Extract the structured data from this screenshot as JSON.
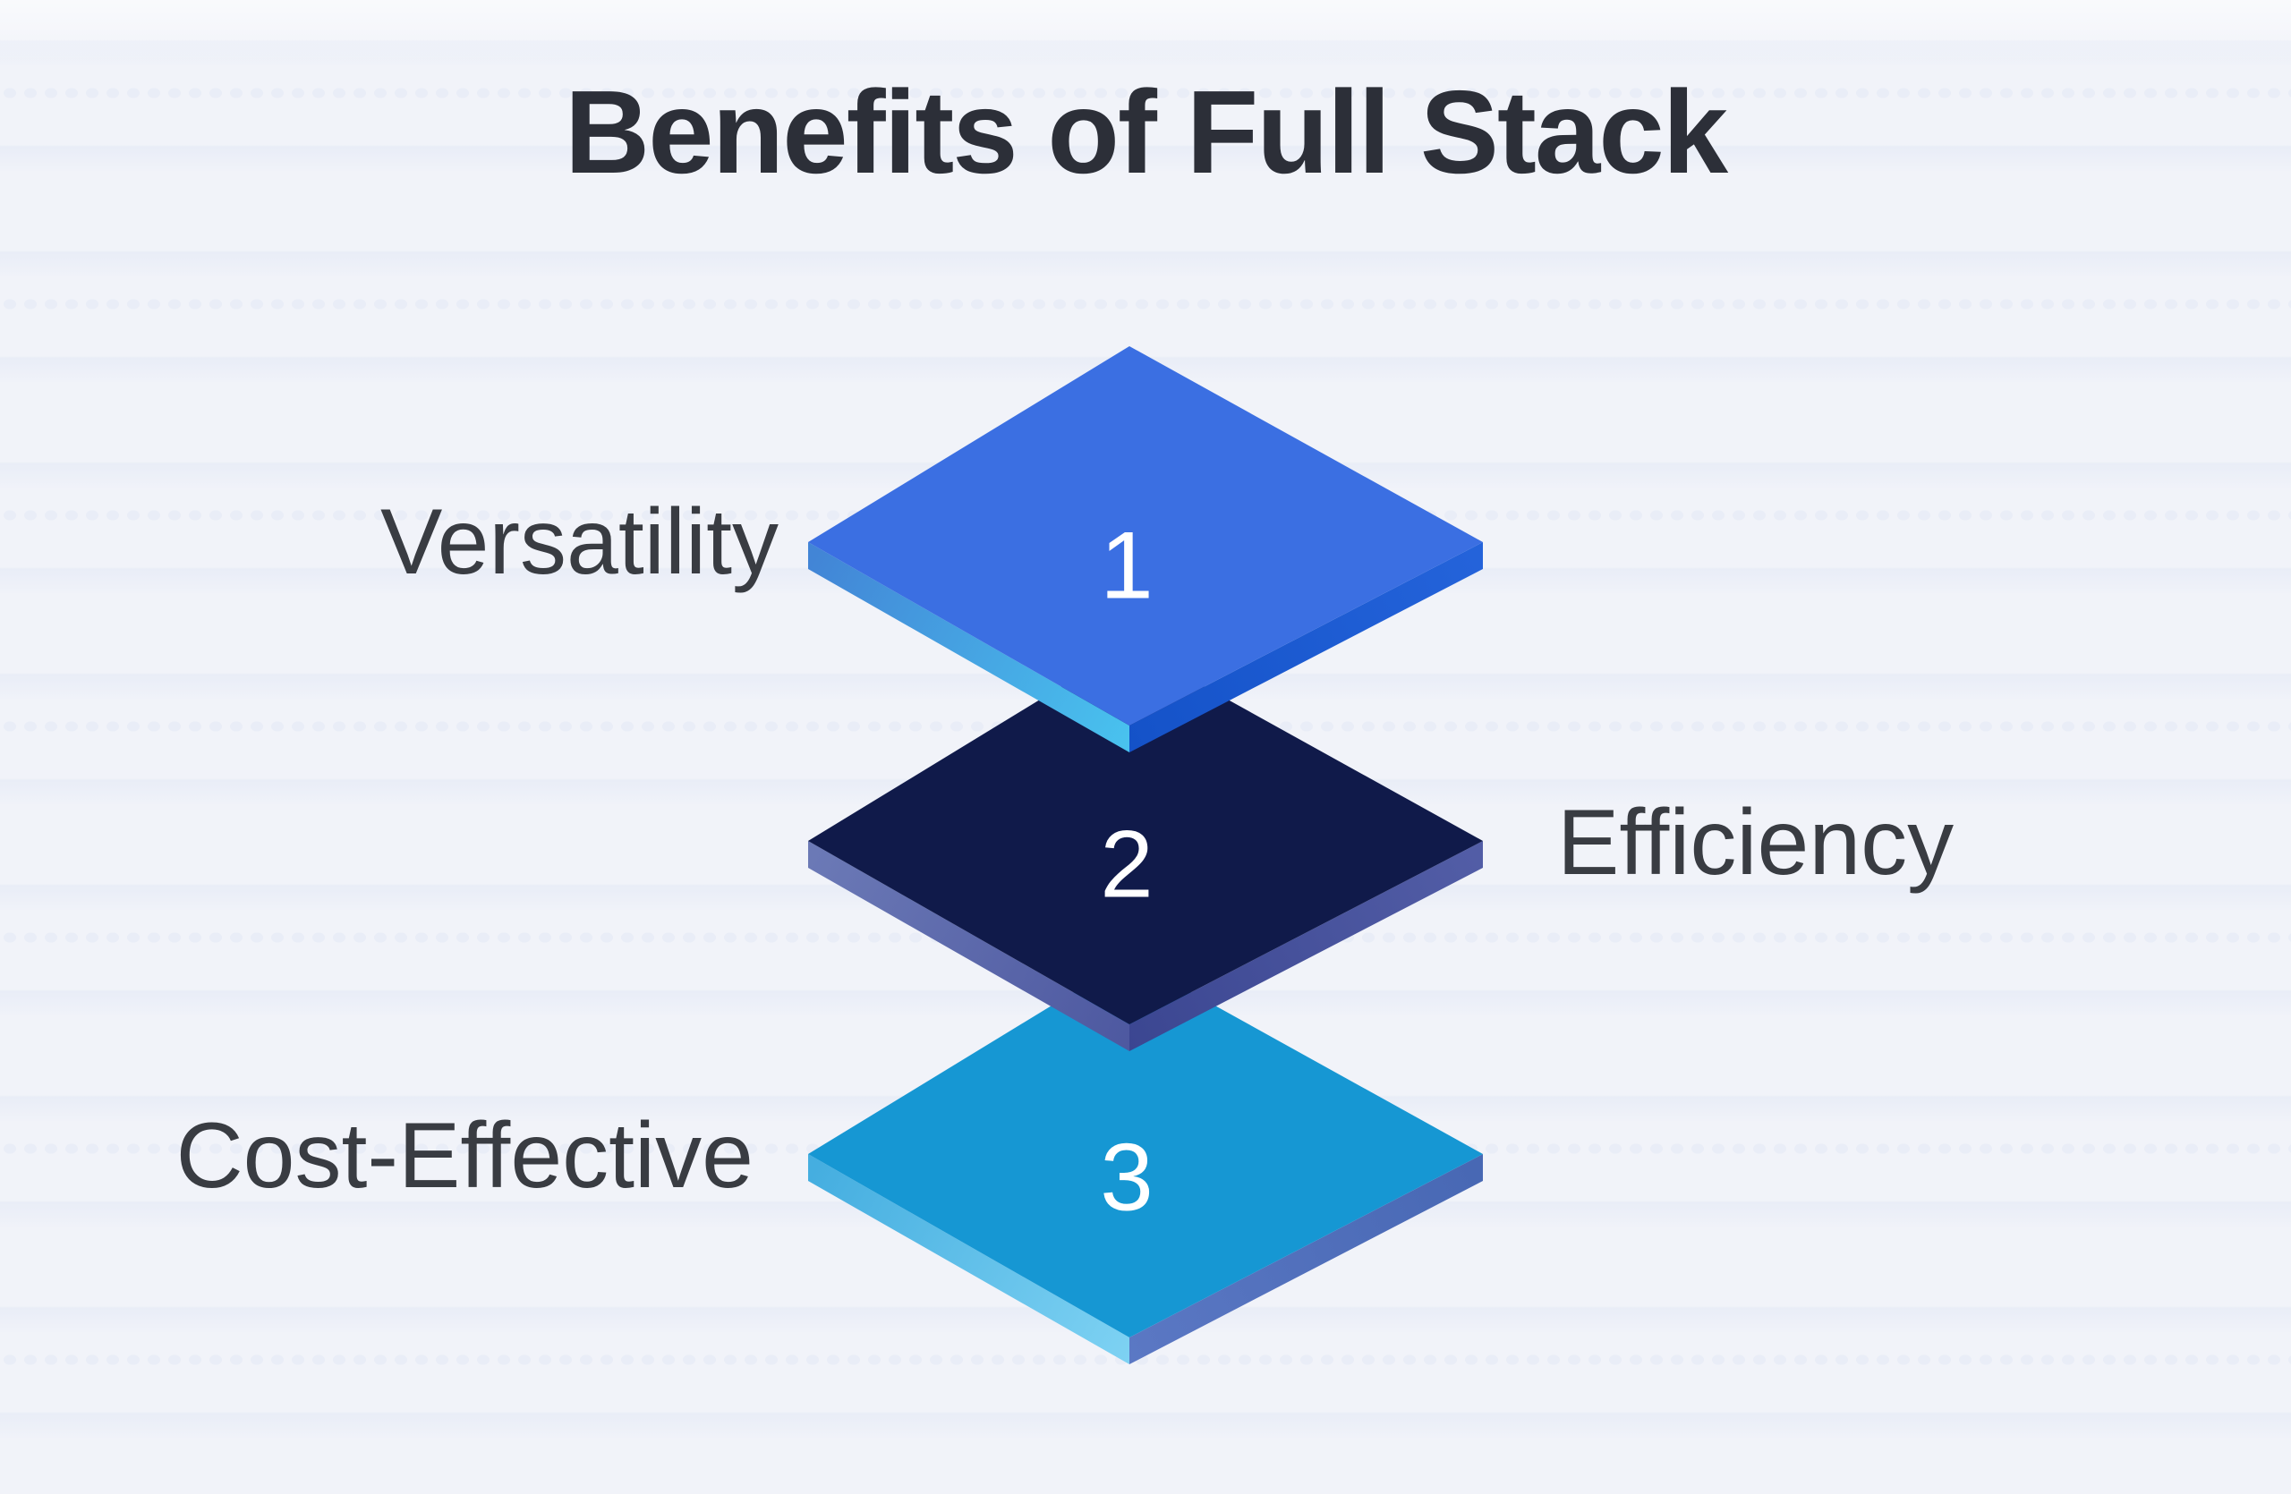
{
  "title": "Benefits of Full Stack",
  "background": {
    "base": "#f1f3f9",
    "stripe": "#e8edf6"
  },
  "number_color": "#ffffff",
  "label_color": "#393c42",
  "title_color": "#2c2f38",
  "layers": [
    {
      "number": "1",
      "label": "Versatility",
      "label_side": "left",
      "colors": {
        "top": "#3b6fe2",
        "left_from": "#4285d6",
        "left_to": "#49c3ef",
        "right_from": "#2463da",
        "right_to": "#1452c8"
      }
    },
    {
      "number": "2",
      "label": "Efficiency",
      "label_side": "right",
      "colors": {
        "top": "#101a4a",
        "left_from": "#6b79b6",
        "left_to": "#4d58a0",
        "right_from": "#525da6",
        "right_to": "#3b4691"
      }
    },
    {
      "number": "3",
      "label": "Cost-Effective",
      "label_side": "left",
      "colors": {
        "top": "#1697d3",
        "left_from": "#45aee0",
        "left_to": "#7ed2f3",
        "right_from": "#4868b4",
        "right_to": "#5b78c4"
      }
    }
  ]
}
